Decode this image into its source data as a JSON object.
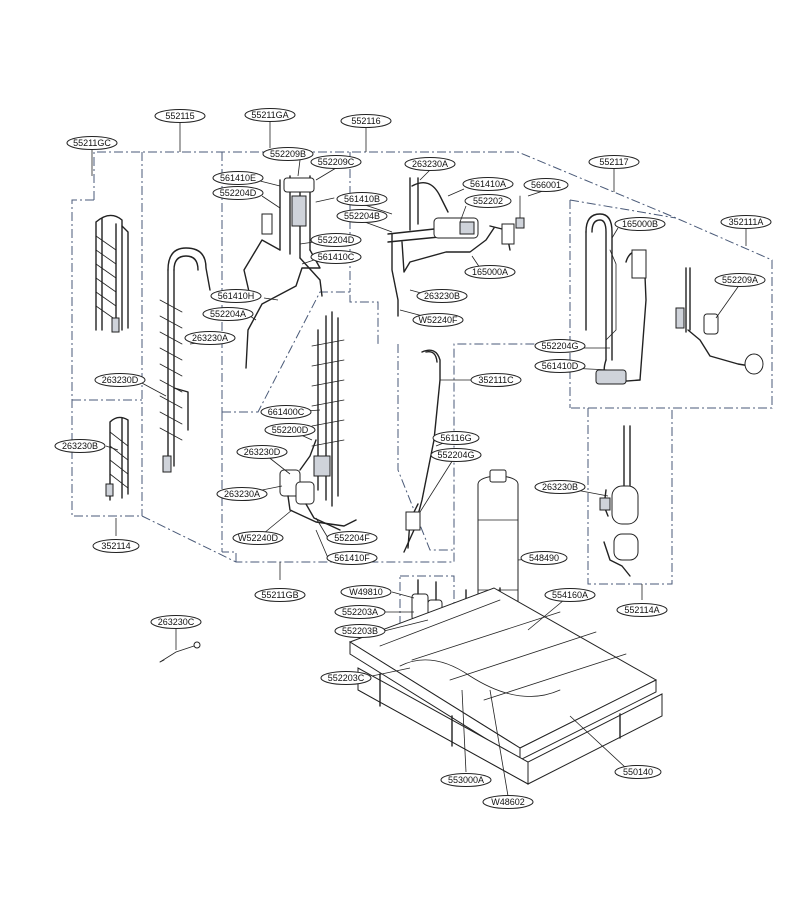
{
  "labels": {
    "l552115": "552115",
    "l55211GA": "55211GA",
    "l552116": "552116",
    "l55211GC": "55211GC",
    "l552209B": "552209B",
    "l552209C": "552209C",
    "l263230A_top": "263230A",
    "l561410E": "561410E",
    "l552204D_top": "552204D",
    "l561410A": "561410A",
    "l566001": "566001",
    "l552117": "552117",
    "l561410B": "561410B",
    "l552202": "552202",
    "l552204B": "552204B",
    "l165000B": "165000B",
    "l352111A": "352111A",
    "l552204D_mid": "552204D",
    "l561410C": "561410C",
    "l165000A": "165000A",
    "l552209A": "552209A",
    "l263230B_top": "263230B",
    "l561410H": "561410H",
    "l552204A": "552204A",
    "l W52240F": "W52240F",
    "l263230A_left": "263230A",
    "l552204G_right": "552204G",
    "l561410D": "561410D",
    "l352111C": "352111C",
    "l263230D_left": "263230D",
    "l661400C": "661400C",
    "l552200D": "552200D",
    "l56116G": "56116G",
    "l263230B_left": "263230B",
    "l552204G_mid": "552204G",
    "l263230D_mid": "263230D",
    "l263230B_right": "263230B",
    "l263230A_mid": "263230A",
    "lW52240D": "W52240D",
    "l552204F": "552204F",
    "l352114": "352114",
    "l548490": "548490",
    "l561410F": "561410F",
    "l55211GB": "55211GB",
    "lW49810": "W49810",
    "l554160A": "554160A",
    "l552114A": "552114A",
    "l552203A": "552203A",
    "l263230C": "263230C",
    "l552203B": "552203B",
    "l552203C": "552203C",
    "l553000A": "553000A",
    "l550140": "550140",
    "lW48602": "W48602"
  }
}
